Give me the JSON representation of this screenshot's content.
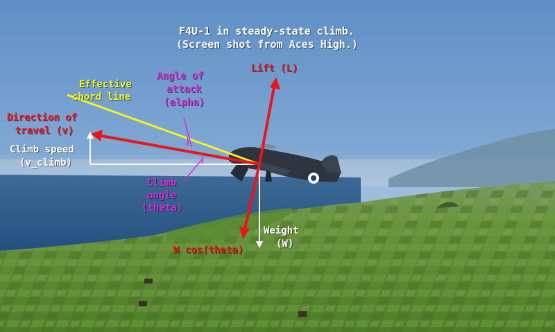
{
  "title": {
    "line1": "F4U-1 in steady-state climb.",
    "line2": "(Screen shot from Aces High.)"
  },
  "labels": {
    "lift": "Lift (L)",
    "chord_line1": "Effective",
    "chord_line2": "chord line",
    "aoa_line1": "Angle of",
    "aoa_line2": "attack",
    "aoa_line3": "(alpha)",
    "dir_line1": "Direction of",
    "dir_line2": "travel (v)",
    "climb_speed_line1": "Climb speed",
    "climb_speed_line2": "(v_climb)",
    "climb_angle_line1": "Climb",
    "climb_angle_line2": "angle",
    "climb_angle_line3": "(theta)",
    "weight_line1": "Weight",
    "weight_line2": "(W)",
    "wcos": "W cos(theta)"
  },
  "colors": {
    "red": "#e8161a",
    "yellow": "#f4f41e",
    "magenta": "#d22cd6",
    "white": "#ffffff",
    "sky": "#6e98c8",
    "sea": "#2c5a88",
    "land": "#5d8a34"
  }
}
